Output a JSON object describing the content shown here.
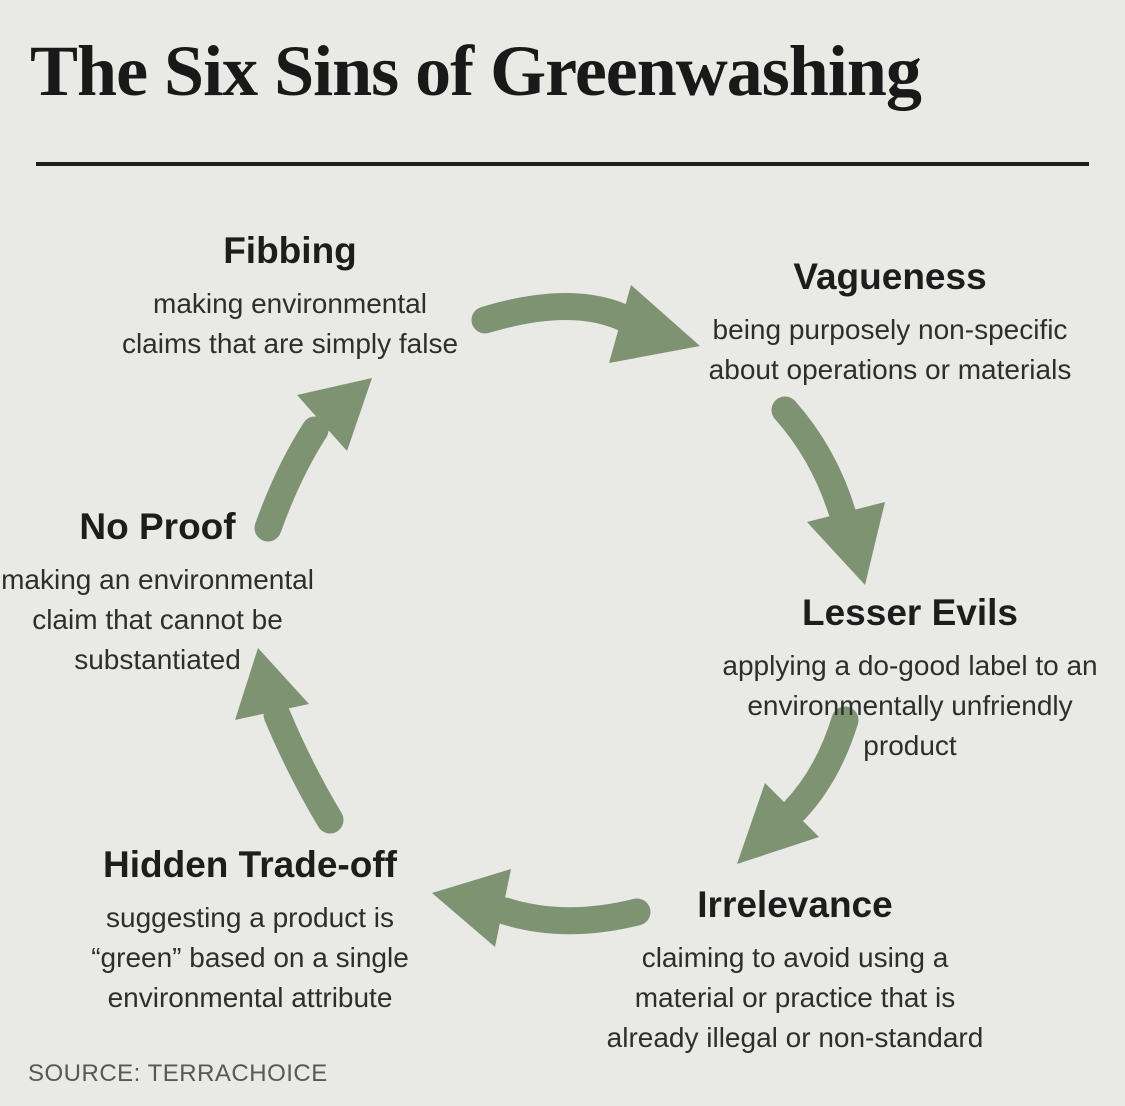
{
  "title": "The Six Sins of Greenwashing",
  "source": "SOURCE: TERRACHOICE",
  "colors": {
    "background": "#e9e9e6",
    "arrow": "#7e9372",
    "heading": "#1d1d1d",
    "body_text": "#2e2e2e",
    "rule": "#1c1c1c",
    "source_text": "#56585a"
  },
  "sins": [
    {
      "name": "Fibbing",
      "lines": [
        "making environmental",
        "claims that are simply false"
      ]
    },
    {
      "name": "Vagueness",
      "lines": [
        "being purposely non-specific",
        "about operations or materials"
      ]
    },
    {
      "name": "Lesser Evils",
      "lines": [
        "applying a do-good label to an",
        "environmentally unfriendly product"
      ]
    },
    {
      "name": "Irrelevance",
      "lines": [
        "claiming to avoid using a",
        "material or practice that is",
        "already illegal or non-standard"
      ]
    },
    {
      "name": "Hidden Trade-off",
      "lines": [
        "suggesting a product is",
        "“green” based on a single",
        "environmental attribute"
      ]
    },
    {
      "name": "No Proof",
      "lines": [
        "making an environmental",
        "claim that cannot be",
        "substantiated"
      ]
    }
  ],
  "cycle_arrows": [
    {
      "from": "Fibbing",
      "to": "Vagueness"
    },
    {
      "from": "Vagueness",
      "to": "Lesser Evils"
    },
    {
      "from": "Lesser Evils",
      "to": "Irrelevance"
    },
    {
      "from": "Irrelevance",
      "to": "Hidden Trade-off"
    },
    {
      "from": "Hidden Trade-off",
      "to": "No Proof"
    },
    {
      "from": "No Proof",
      "to": "Fibbing"
    }
  ]
}
